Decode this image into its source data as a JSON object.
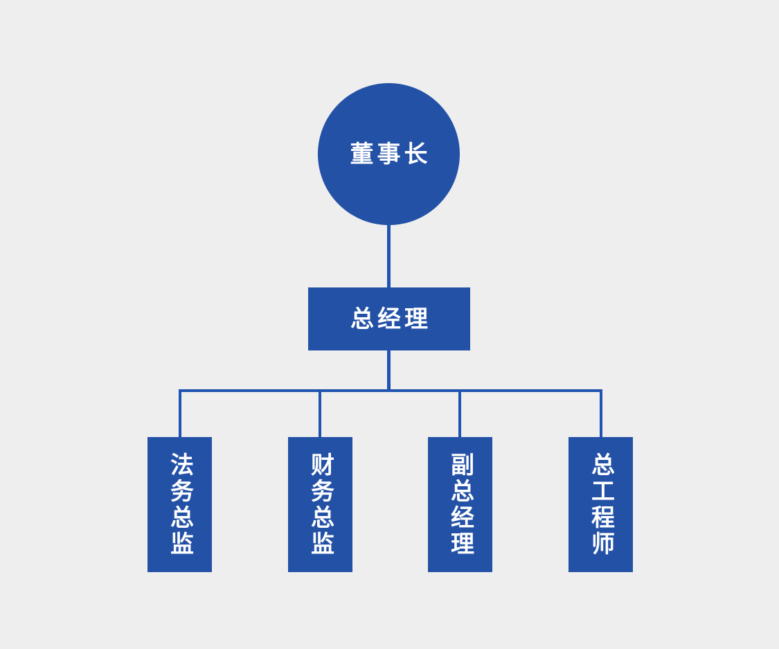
{
  "canvas": {
    "background_color": "#EEEEEF",
    "node_fill_color": "#2351A6",
    "connector_color": "#1F54B0",
    "text_color": "#FFFFFF"
  },
  "org_chart": {
    "type": "org-chart",
    "root": {
      "label": "董事长"
    },
    "manager": {
      "label": "总经理"
    },
    "departments": [
      {
        "label": "法务总监"
      },
      {
        "label": "财务总监"
      },
      {
        "label": "副总经理"
      },
      {
        "label": "总工程师"
      }
    ]
  }
}
